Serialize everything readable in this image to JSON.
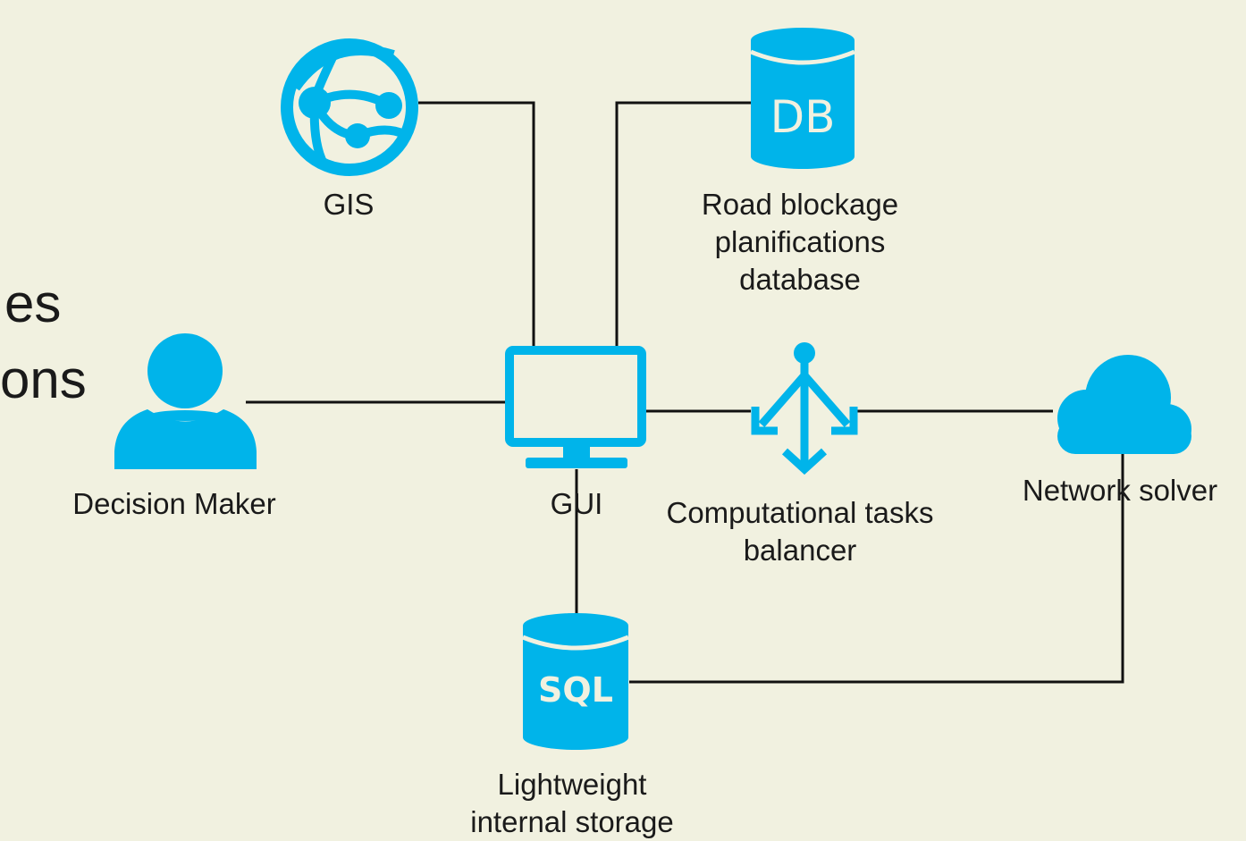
{
  "background_text": {
    "line1": "es",
    "line2": "ons"
  },
  "nodes": {
    "gis": {
      "label": "GIS",
      "icon": "globe-network-icon"
    },
    "road_db": {
      "label_lines": [
        "Road blockage",
        "planifications",
        "database"
      ],
      "icon": "database-icon",
      "icon_text": "DB"
    },
    "decision_maker": {
      "label": "Decision Maker",
      "icon": "user-icon"
    },
    "gui": {
      "label": "GUI",
      "icon": "monitor-icon"
    },
    "balancer": {
      "label_lines": [
        "Computational tasks",
        "balancer"
      ],
      "icon": "load-balancer-icon"
    },
    "network_solver": {
      "label": "Network solver",
      "icon": "cloud-icon"
    },
    "storage": {
      "label_lines": [
        "Lightweight",
        "internal storage"
      ],
      "icon": "sql-database-icon",
      "icon_text": "SQL"
    }
  },
  "colors": {
    "icon": "#00b4ea",
    "line": "#111111",
    "background": "#f1f1e0"
  }
}
